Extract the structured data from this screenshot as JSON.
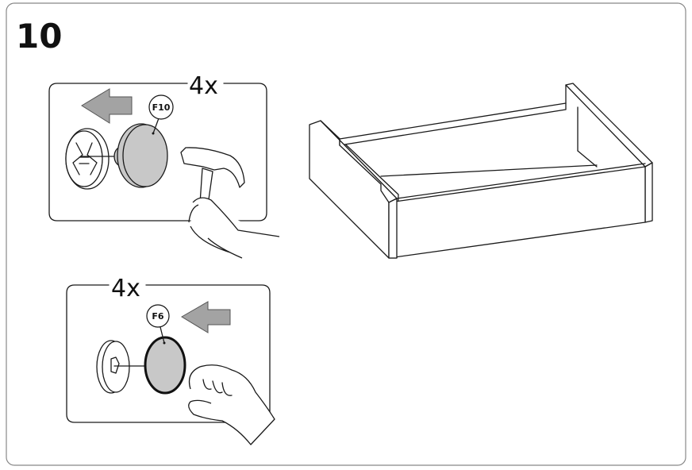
{
  "step_number": "10",
  "panel_top": {
    "quantity": "4x",
    "part_label": "F10",
    "tool": "hammer-icon"
  },
  "panel_bottom": {
    "quantity": "4x",
    "part_label": "F6",
    "tool": "hand-icon"
  },
  "colors": {
    "part_fill": "#c8c8c8",
    "arrow_fill": "#a3a3a3",
    "border": "#888888"
  }
}
